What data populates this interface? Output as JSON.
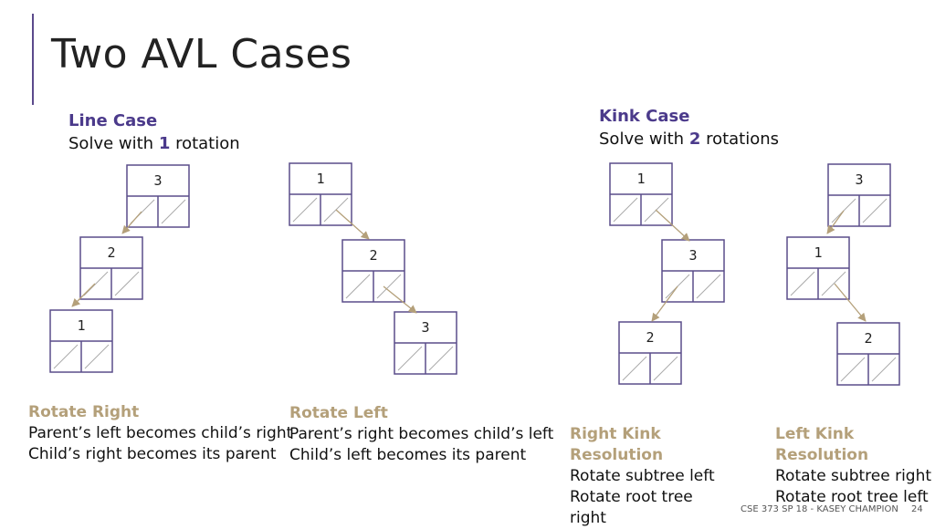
{
  "slide": {
    "title": "Two AVL Cases",
    "footer_course": "CSE 373 SP 18 - KASEY CHAMPION",
    "page_number": "24"
  },
  "line_case": {
    "heading": "Line Case",
    "sub_prefix": "Solve with ",
    "sub_count": "1",
    "sub_suffix": " rotation"
  },
  "kink_case": {
    "heading": "Kink Case",
    "sub_prefix": "Solve with ",
    "sub_count": "2",
    "sub_suffix": " rotations"
  },
  "trees": {
    "rotate_right": [
      "3",
      "2",
      "1"
    ],
    "rotate_left": [
      "1",
      "2",
      "3"
    ],
    "right_kink": [
      "1",
      "3",
      "2"
    ],
    "left_kink": [
      "3",
      "1",
      "2"
    ]
  },
  "captions": {
    "rotate_right": {
      "heading": "Rotate Right",
      "line1": "Parent’s left becomes child’s right",
      "line2": "Child’s right becomes its parent"
    },
    "rotate_left": {
      "heading": "Rotate Left",
      "line1": "Parent’s right becomes child’s left",
      "line2": "Child’s left becomes its parent"
    },
    "right_kink": {
      "heading1": "Right Kink",
      "heading2": "Resolution",
      "line1": "Rotate subtree left",
      "line2": "Rotate root tree",
      "line3": "right"
    },
    "left_kink": {
      "heading1": "Left Kink",
      "heading2": "Resolution",
      "line1": "Rotate subtree right",
      "line2": "Rotate root tree left"
    }
  },
  "colors": {
    "accent": "#4b3a8b",
    "caption_heading": "#b4a07a",
    "node_border": "#5a4d8a",
    "arrow": "#b4a07a"
  }
}
